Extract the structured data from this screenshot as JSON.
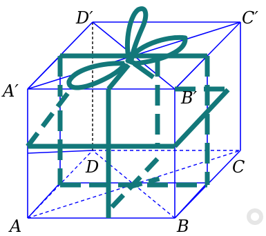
{
  "colors": {
    "edge": "#0000ff",
    "hidden": "#0000ff",
    "ribbon": "#13787a",
    "label": "#000000",
    "watermark": "#e6e6e6"
  },
  "vertex_labels": {
    "A": "A",
    "B": "B",
    "C": "C",
    "D": "D",
    "A1": "A′",
    "B1": "B′",
    "C1": "C′",
    "D1": "D′"
  }
}
